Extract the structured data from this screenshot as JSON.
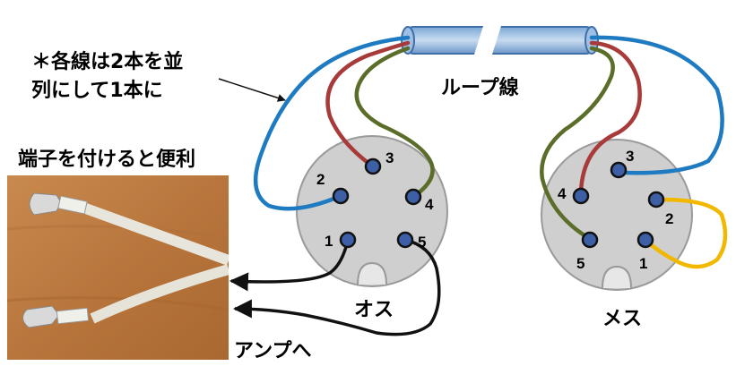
{
  "notes": {
    "line1": "＊各線は2本を並",
    "line2": "列にして1本に"
  },
  "loop_cable_label": "ループ線",
  "terminal_label": "端子を付けると便利",
  "amp_label": "アンプへ",
  "connectors": {
    "male": {
      "label": "オス",
      "pins": [
        "1",
        "2",
        "3",
        "4",
        "5"
      ]
    },
    "female": {
      "label": "メス",
      "pins": [
        "1",
        "2",
        "3",
        "4",
        "5"
      ]
    }
  },
  "colors": {
    "blue": "#1f7bc1",
    "red": "#a83a3a",
    "green": "#5a6e2a",
    "yellow": "#f2b800",
    "black": "#111111",
    "connector_body": "#cfcfcf",
    "pin_fill": "#3d5fa6"
  }
}
